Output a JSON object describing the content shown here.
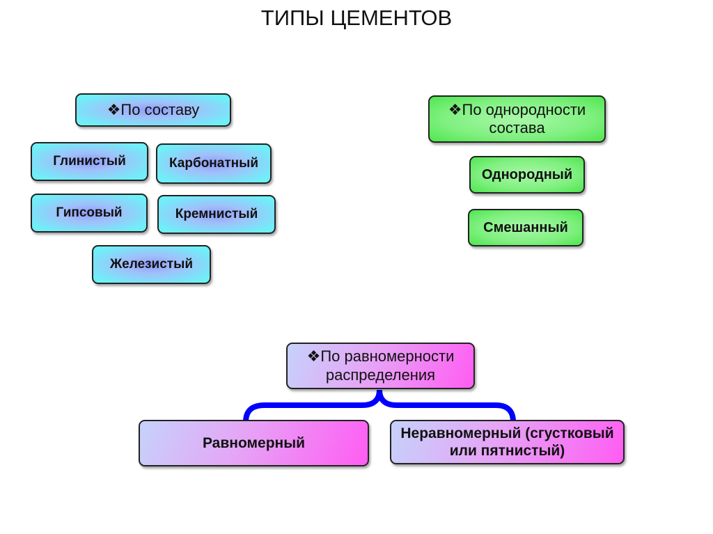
{
  "title": "ТИПЫ ЦЕМЕНТОВ",
  "composition": {
    "header": "❖По составу",
    "items": [
      "Глинистый",
      "Карбонатный",
      "Гипсовый",
      "Кремнистый",
      "Железистый"
    ]
  },
  "homogeneity": {
    "header": "❖По однородности состава",
    "items": [
      "Однородный",
      "Смешанный"
    ]
  },
  "distribution": {
    "header": "❖По равномерности распределения",
    "items": [
      "Равномерный",
      "Неравномерный (сгустковый или пятнистый)"
    ]
  },
  "colors": {
    "cyan": "#6ef0f8",
    "green": "#4ee64e",
    "pink": "#ff5cf2",
    "brace": "#0000ff"
  }
}
